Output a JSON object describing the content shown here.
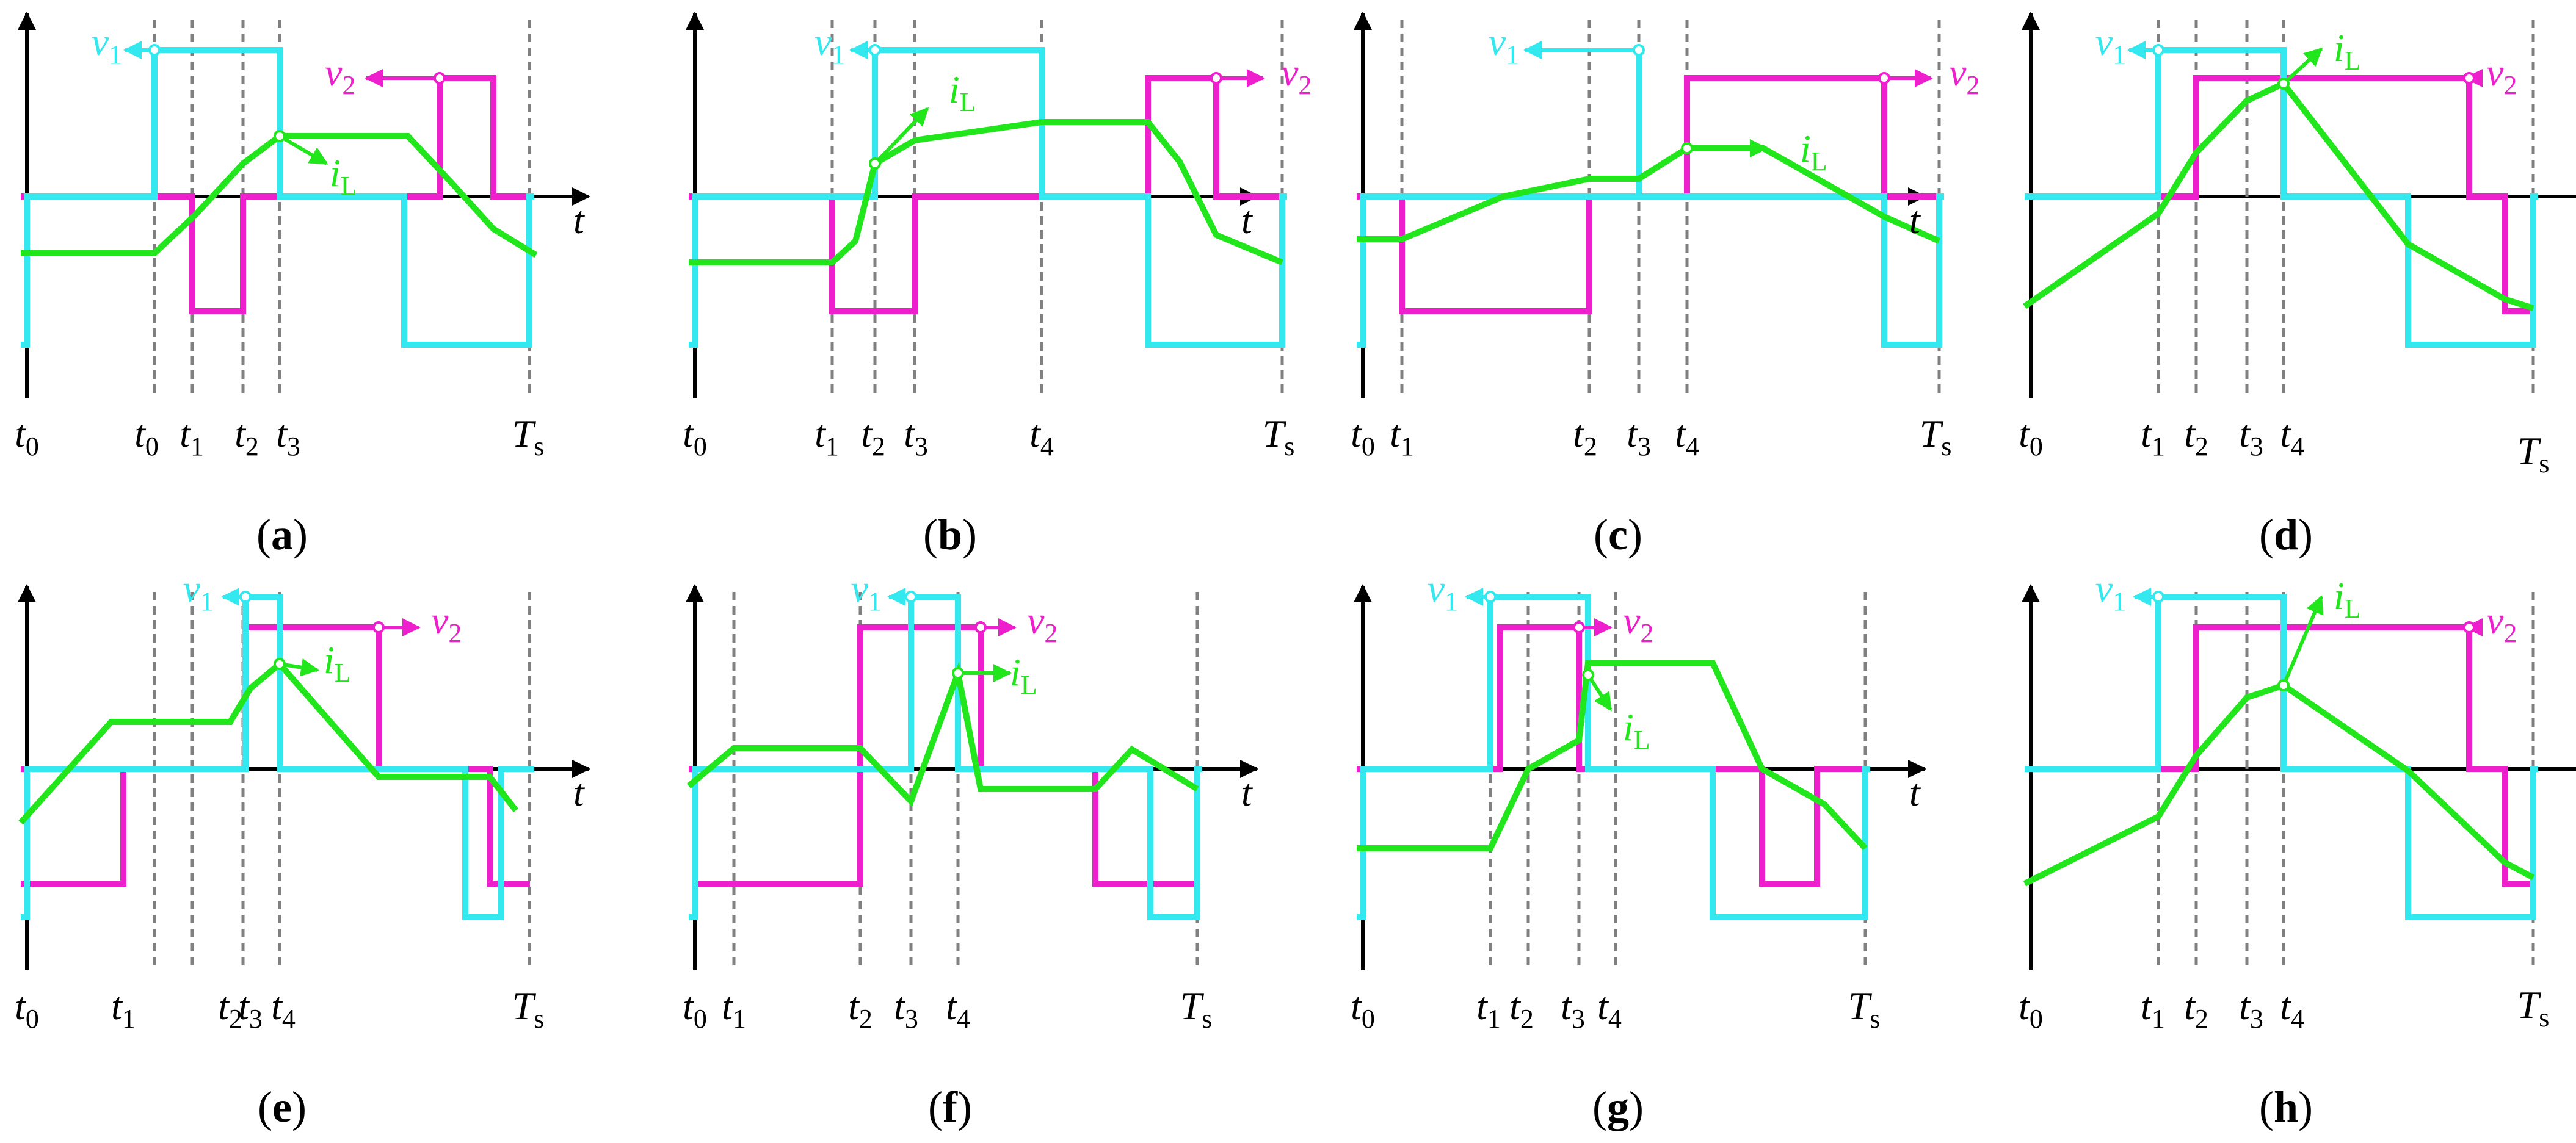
{
  "colors": {
    "v1": "#33e8ee",
    "v2": "#ee1fcd",
    "iL": "#22e61c",
    "axis": "#000000",
    "grid": "#808080"
  },
  "labels": {
    "v": "v",
    "i": "i",
    "t": "t",
    "Ts": "T",
    "Ts_sub": "s",
    "v1_sub": "1",
    "v2_sub": "2",
    "iL_sub": "L",
    "t0_sub": "0",
    "t1_sub": "1",
    "t2_sub": "2",
    "t3_sub": "3",
    "t4_sub": "4"
  },
  "panels": [
    {
      "id": "a",
      "caption": "a"
    },
    {
      "id": "b",
      "caption": "b"
    },
    {
      "id": "c",
      "caption": "c"
    },
    {
      "id": "d",
      "caption": "d"
    },
    {
      "id": "e",
      "caption": "e"
    },
    {
      "id": "f",
      "caption": "f"
    },
    {
      "id": "g",
      "caption": "g"
    },
    {
      "id": "h",
      "caption": "h"
    }
  ]
}
